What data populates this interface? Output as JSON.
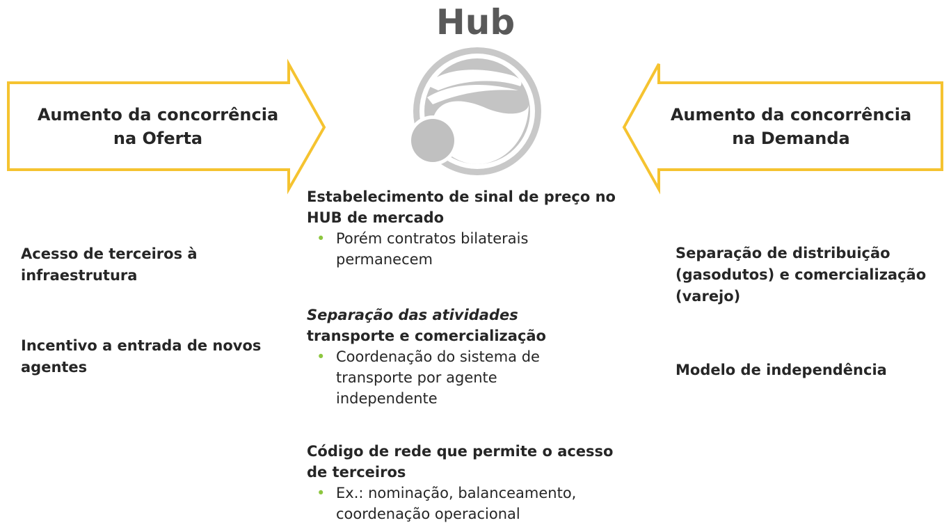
{
  "title": "Hub",
  "left_arrow": {
    "line1": "Aumento da concorrência",
    "line2": "na Oferta"
  },
  "right_arrow": {
    "line1": "Aumento da concorrência",
    "line2": "na Demanda"
  },
  "left_items": [
    {
      "line1": "Acesso de terceiros à",
      "line2": "infraestrutura"
    },
    {
      "line1": "Incentivo a entrada de novos",
      "line2": "agentes"
    }
  ],
  "right_items": [
    {
      "line1": "Separação de distribuição",
      "line2": "(gasodutos) e comercialização",
      "line3": "(varejo)"
    },
    {
      "line1": "Modelo de independência"
    }
  ],
  "center_blocks": [
    {
      "heading_line1": "Estabelecimento de sinal de preço no",
      "heading_line2": "HUB de mercado",
      "bullet_line1": "Porém contratos bilaterais",
      "bullet_line2": "permanecem"
    },
    {
      "heading_italic": "Separação das atividades",
      "heading_line2": "transporte e comercialização",
      "bullet_line1": "Coordenação do sistema de",
      "bullet_line2": "transporte por agente",
      "bullet_line3": "independente"
    },
    {
      "heading_line1": "Código de rede que permite o acesso",
      "heading_line2": "de terceiros",
      "bullet_line1": "Ex.: nominação, balanceamento,",
      "bullet_line2": "coordenação operacional"
    }
  ],
  "bullet_glyph": "•",
  "colors": {
    "arrow_stroke": "#f5c330",
    "logo_gray": "#c0c0c0",
    "bullet_green": "#8dc63f",
    "title_gray": "#595959"
  },
  "icons": {
    "hub_logo": "hub-logo-icon"
  }
}
